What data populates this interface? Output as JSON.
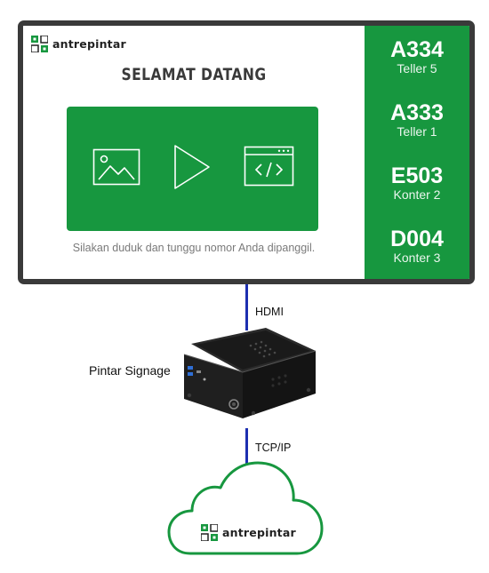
{
  "screen": {
    "brand": "antrepintar",
    "welcome": "SELAMAT DATANG",
    "instruction": "Silakan duduk dan tunggu nomor Anda dipanggil.",
    "queue": [
      {
        "number": "A334",
        "counter": "Teller 5"
      },
      {
        "number": "A333",
        "counter": "Teller 1"
      },
      {
        "number": "E503",
        "counter": "Konter 2"
      },
      {
        "number": "D004",
        "counter": "Konter 3"
      }
    ],
    "media_icons": [
      "image-icon",
      "play-icon",
      "web-code-icon"
    ]
  },
  "connections": {
    "hdmi_label": "HDMI",
    "tcpip_label": "TCP/IP"
  },
  "device": {
    "label": "Pintar Signage",
    "icon": "mini-pc-icon"
  },
  "cloud": {
    "brand": "antrepintar",
    "icon": "cloud-icon"
  },
  "colors": {
    "brand_green": "#17973f",
    "bezel": "#3a3a3a",
    "wire": "#1d2fb0"
  }
}
